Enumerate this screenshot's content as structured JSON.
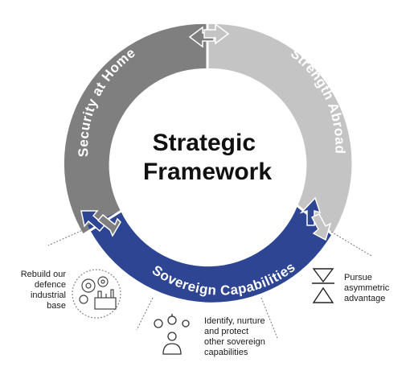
{
  "center_title": [
    "Strategic",
    "Framework"
  ],
  "segments": {
    "left": {
      "label": "Security  at  Home",
      "color": "#7f7f7f"
    },
    "right": {
      "label": "Strength Abroad",
      "color": "#c4c4c4"
    },
    "bottom": {
      "label": "Sovereign  Capabilities",
      "color": "#2d4593"
    }
  },
  "notes": {
    "left": [
      "Rebuild our",
      "defence",
      "industrial",
      "base"
    ],
    "bottom": [
      "Identify, nurture",
      "and protect",
      "other sovereign",
      "capabilities"
    ],
    "right": [
      "Pursue",
      "asymmetric",
      "advantage"
    ]
  },
  "icons": [
    "gears-factory-icon",
    "person-ideas-icon",
    "hourglass-icon"
  ]
}
